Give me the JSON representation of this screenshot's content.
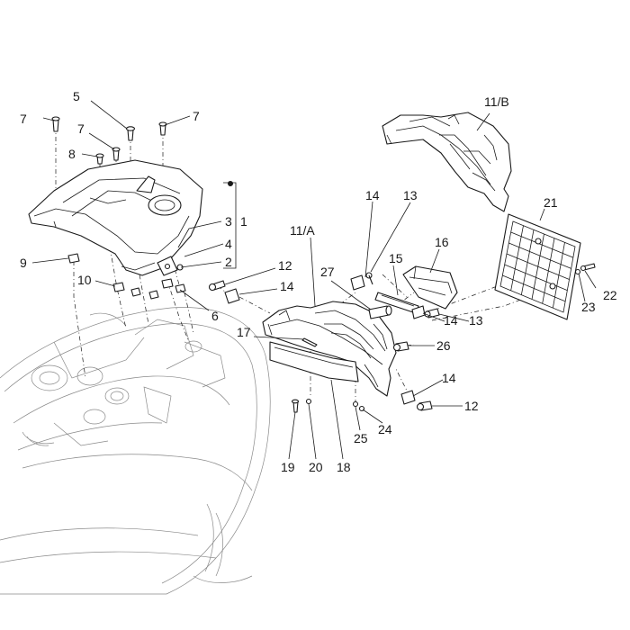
{
  "callouts": {
    "c7a": "7",
    "c5": "5",
    "c7b": "7",
    "c7c": "7",
    "c8": "8",
    "c3": "3",
    "c1": "1",
    "c4": "4",
    "c2": "2",
    "c9": "9",
    "c10": "10",
    "c6": "6",
    "c11b": "11/B",
    "c21": "21",
    "c22": "22",
    "c23": "23",
    "c14a": "14",
    "c13a": "13",
    "c11a": "11/A",
    "c16": "16",
    "c27": "27",
    "c15": "15",
    "c12a": "12",
    "c14b": "14",
    "c14c": "14",
    "c13b": "13",
    "c17": "17",
    "c26": "26",
    "c14d": "14",
    "c12b": "12",
    "c24": "24",
    "c25": "25",
    "c19": "19",
    "c20": "20",
    "c18": "18"
  }
}
